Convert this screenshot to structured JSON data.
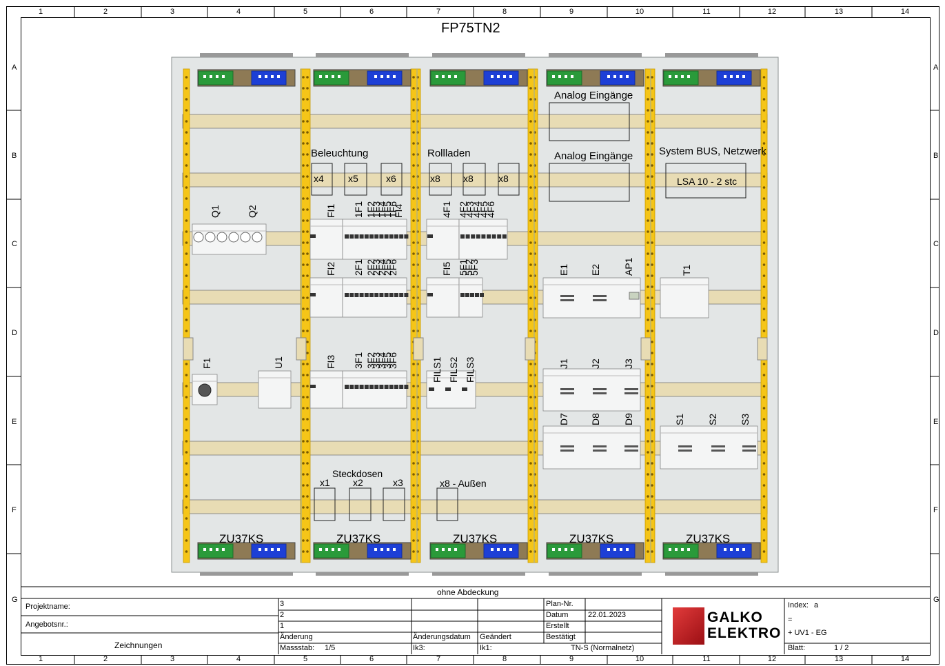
{
  "title": "FP75TN2",
  "columns": [
    "1",
    "2",
    "3",
    "4",
    "5",
    "6",
    "7",
    "8",
    "9",
    "10",
    "11",
    "12",
    "13",
    "14"
  ],
  "rows": [
    "A",
    "B",
    "C",
    "D",
    "E",
    "F",
    "G"
  ],
  "labels": {
    "beleuchtung": "Beleuchtung",
    "rollladen": "Rollladen",
    "analog1": "Analog Eingänge",
    "analog2": "Analog Eingänge",
    "systembus": "System BUS, Netzwerk",
    "lsa": "LSA 10 - 2 stc",
    "steckdosen": "Steckdosen",
    "aussen": "x8 - Außen",
    "x4": "x4",
    "x5": "x5",
    "x6": "x6",
    "x8a": "x8",
    "x8b": "x8",
    "x8c": "x8",
    "x1": "x1",
    "x2": "x2",
    "x3": "x3"
  },
  "terminals": [
    "ZU37KS",
    "ZU37KS",
    "ZU37KS",
    "ZU37KS",
    "ZU37KS"
  ],
  "devices": {
    "row1": [
      "Q1",
      "Q2",
      "FI1",
      "1F1",
      "1F2",
      "1F3",
      "1F4",
      "1F5",
      "1F6",
      "FI4",
      "4F1",
      "4F2",
      "4F3",
      "4F4",
      "4F5",
      "4F6"
    ],
    "row2": [
      "FI2",
      "2F1",
      "2F2",
      "2F3",
      "2F4",
      "2F5",
      "2F6",
      "FI5",
      "5F1",
      "5F2",
      "5F3",
      "E1",
      "E2",
      "AP1",
      "T1"
    ],
    "row3": [
      "F1",
      "U1",
      "FI3",
      "3F1",
      "3F2",
      "3F3",
      "3F4",
      "3F5",
      "3F6",
      "FILS1",
      "FILS2",
      "FILS3",
      "J1",
      "J2",
      "J3"
    ],
    "row4": [
      "D7",
      "D8",
      "D9",
      "S1",
      "S2",
      "S3"
    ]
  },
  "title_block": {
    "caption": "ohne Abdeckung",
    "projektname": "Projektname:",
    "angebotsnr": "Angebotsnr.:",
    "zeichnungen": "Zeichnungen",
    "rev3": "3",
    "rev2": "2",
    "rev1": "1",
    "aenderung": "Änderung",
    "aenderungsdatum": "Änderungsdatum",
    "geaendert": "Geändert",
    "massstab": "Massstab:",
    "massstab_val": "1/5",
    "ik3": "Ik3:",
    "ik1": "Ik1:",
    "plan_nr": "Plan-Nr.",
    "datum": "Datum",
    "datum_val": "22.01.2023",
    "erstellt": "Erstellt",
    "bestaetigt": "Bestätigt",
    "netz": "TN-S (Normalnetz)",
    "logo_line1": "GALKO",
    "logo_line2": "ELEKTRO",
    "index": "Index:",
    "index_val": "a",
    "eq": "=",
    "uv": "+ UV1 - EG",
    "blatt": "Blatt:",
    "blatt_val": "1 / 2"
  }
}
